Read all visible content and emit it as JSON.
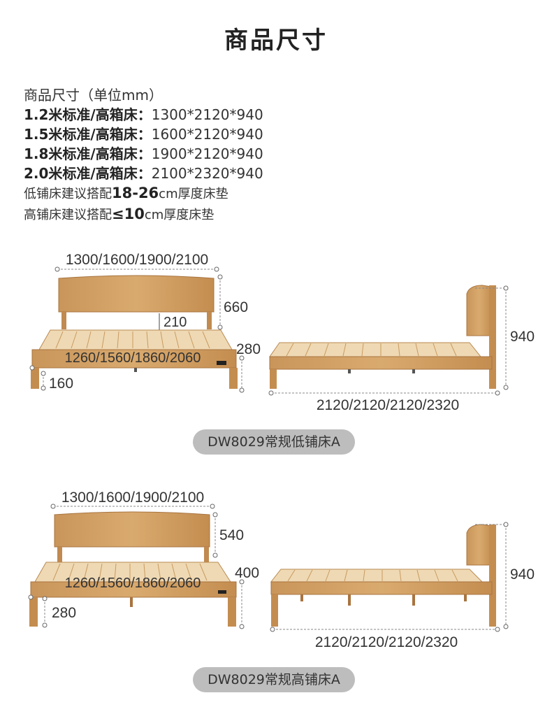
{
  "title": "商品尺寸",
  "specs": {
    "unit_line": "商品尺寸（单位mm）",
    "sizes": [
      {
        "label": "1.2米标准/高箱床：",
        "value": "1300*2120*940"
      },
      {
        "label": "1.5米标准/高箱床：",
        "value": "1600*2120*940"
      },
      {
        "label": "1.8米标准/高箱床：",
        "value": "1900*2120*940"
      },
      {
        "label": "2.0米标准/高箱床：",
        "value": "2100*2320*940"
      }
    ],
    "mattress_low": {
      "pre": "低铺床建议搭配",
      "hl": "18-26",
      "unit": "cm",
      "post": "厚度床垫"
    },
    "mattress_high": {
      "pre": "高铺床建议搭配",
      "hl": "≤10",
      "unit": "cm",
      "post": "厚度床垫"
    }
  },
  "beds": [
    {
      "name": "DW8029常规低铺床A",
      "width": "1300/1600/1900/2100",
      "headboard_height": "660",
      "headboard_gap": "210",
      "side_height": "280",
      "inner_width": "1260/1560/1860/2060",
      "leg_height": "160",
      "total_height": "940",
      "length": "2120/2120/2120/2320"
    },
    {
      "name": "DW8029常规高铺床A",
      "width": "1300/1600/1900/2100",
      "headboard_height": "540",
      "side_height": "400",
      "inner_width": "1260/1560/1860/2060",
      "leg_height": "280",
      "total_height": "940",
      "length": "2120/2120/2120/2320"
    }
  ]
}
